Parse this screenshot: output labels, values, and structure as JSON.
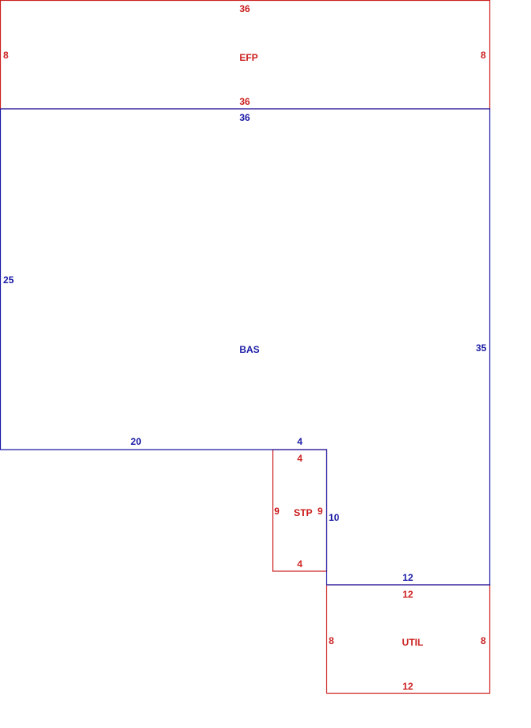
{
  "colors": {
    "red": "#cc2020",
    "blue": "#1a1aa6"
  },
  "areas": {
    "efp": {
      "name": "EFP",
      "top": "36",
      "bottom": "36",
      "left": "8",
      "right": "8"
    },
    "bas": {
      "name": "BAS",
      "top": "36",
      "left": "25",
      "right": "35",
      "bottom_left": "20",
      "notch_top": "4",
      "notch_right": "10",
      "bottom_right": "12"
    },
    "stp": {
      "name": "STP",
      "top": "4",
      "bottom": "4",
      "left": "9",
      "right": "9"
    },
    "util": {
      "name": "UTIL",
      "top": "12",
      "bottom": "12",
      "left": "8",
      "right": "8"
    }
  }
}
